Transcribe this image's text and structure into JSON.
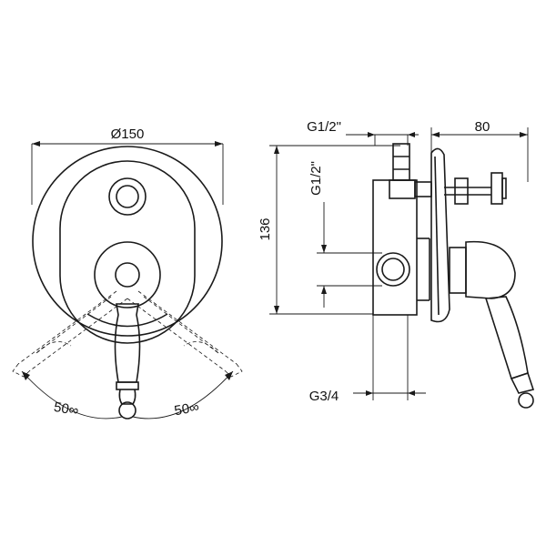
{
  "front_view": {
    "diameter_label": "Ø150",
    "angle_left_label": "50∞",
    "angle_right_label": "50∞"
  },
  "side_view": {
    "width_label": "80",
    "height_label": "136",
    "inlet_top_label": "G1/2\"",
    "inlet_side_label": "G1/2\"",
    "outlet_label": "G3/4"
  },
  "colors": {
    "line": "#1a1a1a",
    "background": "#ffffff"
  }
}
